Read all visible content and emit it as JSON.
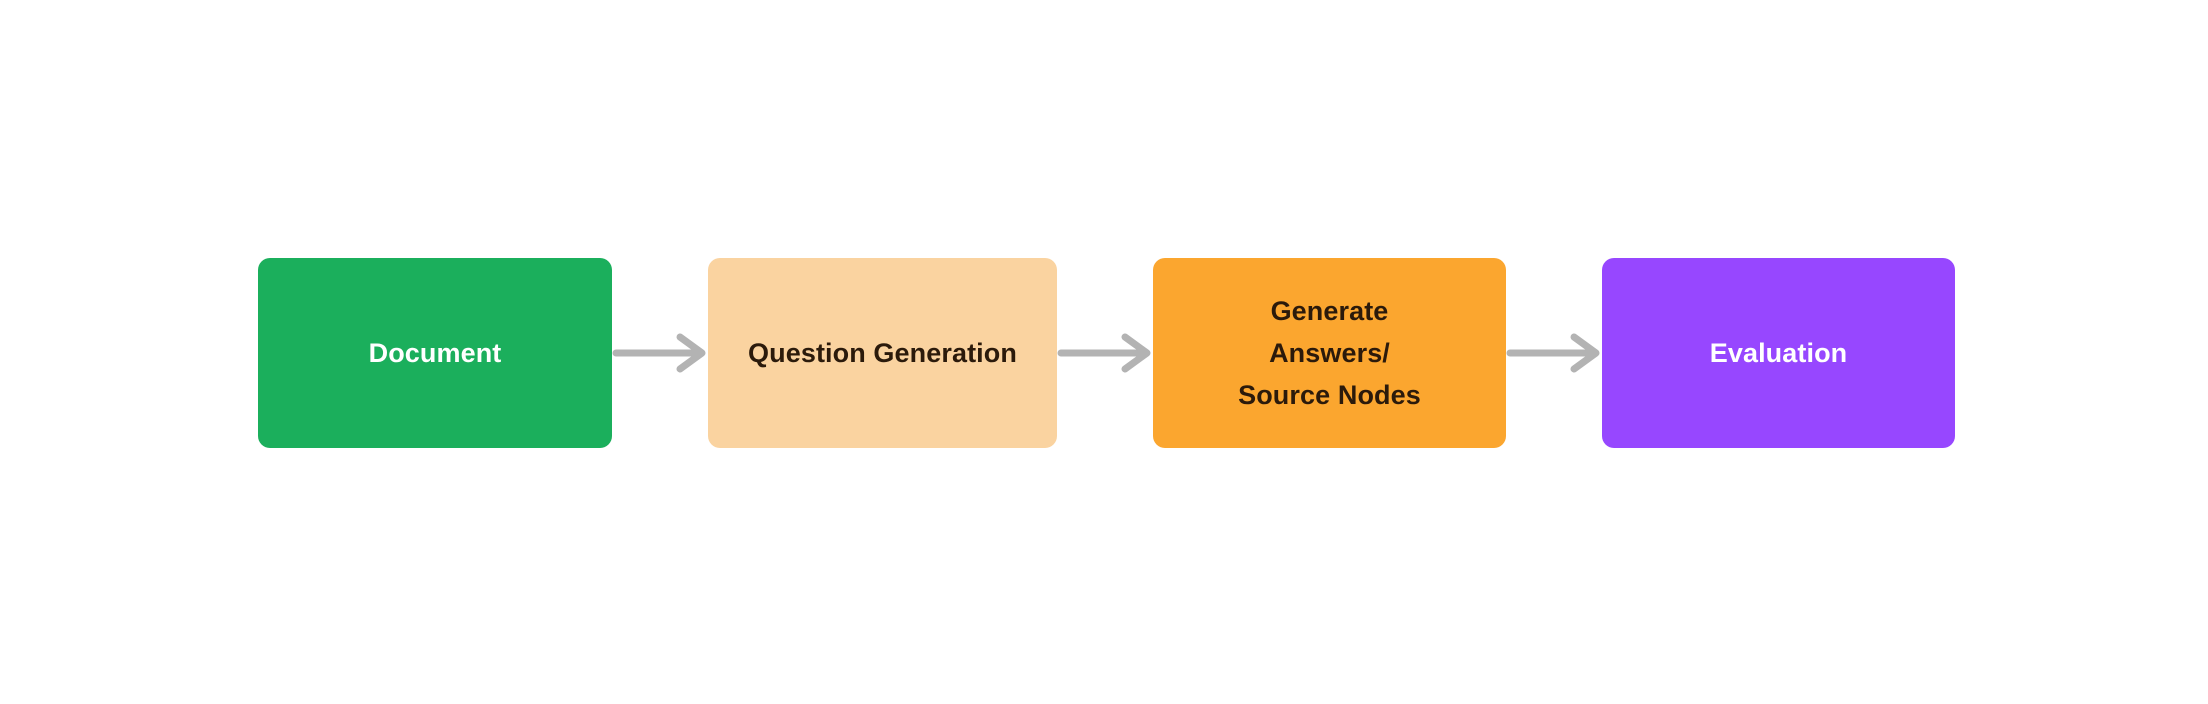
{
  "diagram": {
    "type": "horizontal-flow",
    "background_color": "#FFFFFF",
    "arrow_color": "#B3B3B3",
    "nodes": [
      {
        "id": "document",
        "label": "Document",
        "fill_color": "#1BAF5C",
        "text_color": "#FFFFFF"
      },
      {
        "id": "question-generation",
        "label": "Question Generation",
        "fill_color": "#FAD3A0",
        "text_color": "#2B1A0B"
      },
      {
        "id": "generate-answers-source-nodes",
        "label": "Generate\nAnswers/\nSource Nodes",
        "fill_color": "#FBA62F",
        "text_color": "#2B1A0B"
      },
      {
        "id": "evaluation",
        "label": "Evaluation",
        "fill_color": "#9747FF",
        "text_color": "#FFFFFF"
      }
    ],
    "connectors": [
      {
        "id": "arrow-1",
        "from": "document",
        "to": "question-generation"
      },
      {
        "id": "arrow-2",
        "from": "question-generation",
        "to": "generate-answers-source-nodes"
      },
      {
        "id": "arrow-3",
        "from": "generate-answers-source-nodes",
        "to": "evaluation"
      }
    ]
  }
}
